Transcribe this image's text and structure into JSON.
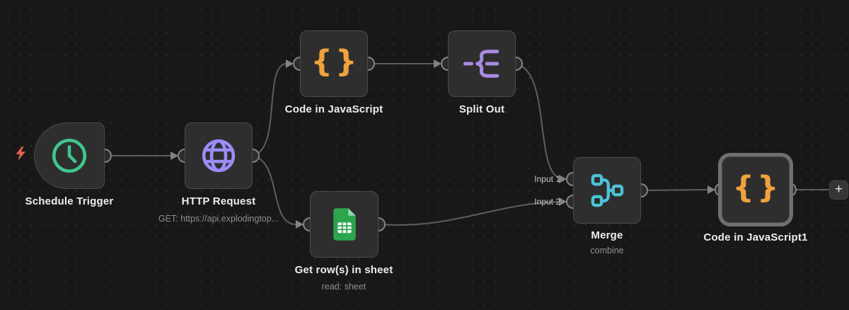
{
  "app": "workflow-canvas",
  "nodes": [
    {
      "id": "schedule-trigger",
      "title": "Schedule Trigger",
      "icon": "clock-icon",
      "type": "trigger"
    },
    {
      "id": "http-request",
      "title": "HTTP Request",
      "subtitle": "GET: https://api.explodingtop...",
      "icon": "globe-icon"
    },
    {
      "id": "code-in-javascript",
      "title": "Code in JavaScript",
      "icon": "code-braces-icon",
      "glyph": "{}"
    },
    {
      "id": "split-out",
      "title": "Split Out",
      "icon": "split-out-icon"
    },
    {
      "id": "get-rows-in-sheet",
      "title": "Get row(s) in sheet",
      "subtitle": "read: sheet",
      "icon": "google-sheets-icon"
    },
    {
      "id": "merge",
      "title": "Merge",
      "subtitle": "combine",
      "icon": "merge-icon",
      "inputs": [
        "Input 1",
        "Input 2"
      ]
    },
    {
      "id": "code-in-javascript1",
      "title": "Code in JavaScript1",
      "icon": "code-braces-icon",
      "glyph": "{}",
      "selected": true
    }
  ],
  "add_button": {
    "label": "+"
  },
  "colors": {
    "canvas_bg": "#181818",
    "grid_dot": "#2b2b2b",
    "node_bg": "#2e2e2e",
    "node_border": "#4b4b4b",
    "selection_ring": "#6f6f6f",
    "wire_gray": "#5e5e5e",
    "trigger_bolt_red": "#e4604e",
    "clock_green": "#3fc78e",
    "globe_purple": "#9a8df6",
    "brace_orange": "#efa23c",
    "splitout_purple": "#a98ae4",
    "sheets_green": "#2da44e",
    "sheets_fold_green": "#8fd9a8",
    "merge_teal": "#4cc3d9"
  }
}
